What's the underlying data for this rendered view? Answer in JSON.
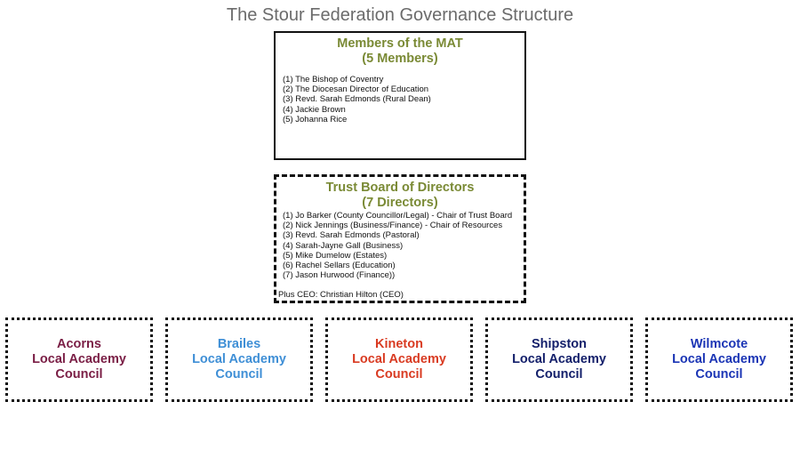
{
  "title": "The Stour Federation Governance Structure",
  "members": {
    "heading_line1": "Members of the MAT",
    "heading_line2": "(5 Members)",
    "items": [
      "(1) The Bishop of Coventry",
      "(2) The Diocesan Director of Education",
      "(3) Revd. Sarah Edmonds (Rural Dean)",
      "(4) Jackie Brown",
      "(5) Johanna Rice"
    ]
  },
  "trust": {
    "heading_line1": "Trust Board of Directors",
    "heading_line2": "(7 Directors)",
    "items": [
      "(1)  Jo Barker (County Councillor/Legal) - Chair of Trust Board",
      "(2)  Nick Jennings (Business/Finance) - Chair of Resources",
      "(3)  Revd. Sarah Edmonds (Pastoral)",
      "(4)  Sarah-Jayne Gall (Business)",
      "(5)  Mike Dumelow (Estates)",
      "(6)  Rachel Sellars (Education)",
      "(7)  Jason Hurwood (Finance))"
    ],
    "ceo": "Plus CEO: Christian Hilton (CEO)"
  },
  "councils": [
    {
      "name": "Acorns",
      "line2": "Local Academy",
      "line3": "Council",
      "color": "#7a1e45"
    },
    {
      "name": "Brailes",
      "line2": "Local Academy",
      "line3": "Council",
      "color": "#3f8fd6"
    },
    {
      "name": "Kineton",
      "line2": "Local Academy",
      "line3": "Council",
      "color": "#d93b22"
    },
    {
      "name": "Shipston",
      "line2": "Local Academy",
      "line3": "Council",
      "color": "#14206b"
    },
    {
      "name": "Wilmcote",
      "line2": "Local Academy",
      "line3": "Council",
      "color": "#1b35b5"
    }
  ],
  "colors": {
    "heading_green": "#7a8a35",
    "title_grey": "#6b6b6b"
  }
}
